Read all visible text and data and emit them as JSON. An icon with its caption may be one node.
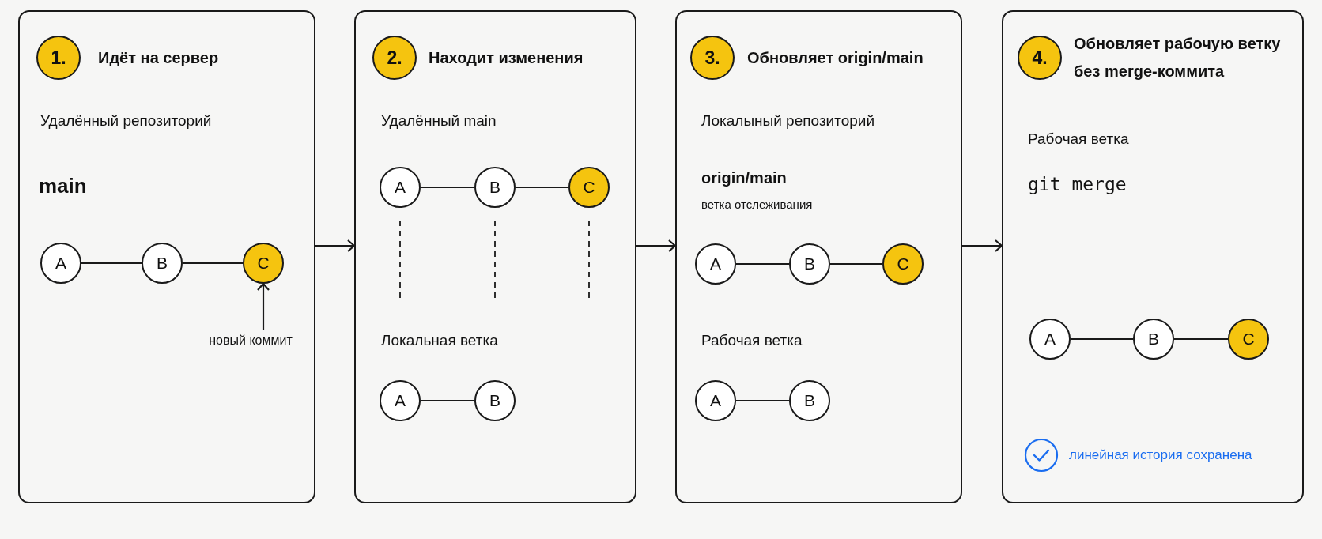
{
  "diagram": {
    "nodes": [
      {
        "text": [
          "Идёт на сервер",
          "Удалённый репозиторий",
          "main"
        ]
      },
      {
        "text": [
          "1."
        ],
        "in": 0
      },
      {
        "text": [
          "A"
        ],
        "in": 0
      },
      {
        "text": [
          "B"
        ],
        "in": 0
      },
      {
        "text": [
          "C"
        ],
        "in": 0
      },
      {
        "text": [
          "новый коммит"
        ],
        "in": 0
      },
      {
        "text": [
          "Находит изменения",
          "Удалённый main",
          "Локальная ветка"
        ]
      },
      {
        "text": [
          "2."
        ],
        "in": 6
      },
      {
        "text": [
          "A"
        ],
        "in": 6
      },
      {
        "text": [
          "B"
        ],
        "in": 6
      },
      {
        "text": [
          "C"
        ],
        "in": 6
      },
      {
        "text": [
          "A"
        ],
        "in": 6
      },
      {
        "text": [
          "B"
        ],
        "in": 6
      },
      {
        "text": [
          "Обновляет origin/main",
          "Локалыный репозиторий",
          "origin/main",
          "ветка отслеживания",
          "Рабочая ветка"
        ]
      },
      {
        "text": [
          "3."
        ],
        "in": 13
      },
      {
        "text": [
          "A"
        ],
        "in": 13
      },
      {
        "text": [
          "B"
        ],
        "in": 13
      },
      {
        "text": [
          "C"
        ],
        "in": 13
      },
      {
        "text": [
          "A"
        ],
        "in": 13
      },
      {
        "text": [
          "B"
        ],
        "in": 13
      },
      {
        "text": [
          "Обновляет рабочую ветку без merge-коммита",
          "Рабочая ветка",
          "git merge"
        ]
      },
      {
        "text": [
          "4."
        ],
        "in": 20
      },
      {
        "text": [
          "A"
        ],
        "in": 20
      },
      {
        "text": [
          "B"
        ],
        "in": 20
      },
      {
        "text": [
          "C"
        ],
        "in": 20
      }
    ],
    "edges": [
      {
        "from": 2,
        "to": 3,
        "arrow": "none"
      },
      {
        "from": 3,
        "to": 4,
        "arrow": "none"
      },
      {
        "from": 5,
        "to": 4,
        "arrow": "to"
      },
      {
        "from": 0,
        "to": 6,
        "arrow": "to"
      },
      {
        "from": 8,
        "to": 9,
        "arrow": "none"
      },
      {
        "from": 9,
        "to": 10,
        "arrow": "none"
      },
      {
        "from": 11,
        "to": 12,
        "arrow": "none"
      },
      {
        "from": 6,
        "to": 13,
        "arrow": "to"
      },
      {
        "from": 15,
        "to": 16,
        "arrow": "none"
      },
      {
        "from": 16,
        "to": 17,
        "arrow": "none"
      },
      {
        "from": 18,
        "to": 19,
        "arrow": "none"
      },
      {
        "from": 13,
        "to": 20,
        "arrow": "to"
      },
      {
        "from": 22,
        "to": 23,
        "arrow": "none"
      },
      {
        "from": 23,
        "to": 24,
        "arrow": "none"
      }
    ],
    "labels": [
      "линейная история сохранена"
    ]
  }
}
